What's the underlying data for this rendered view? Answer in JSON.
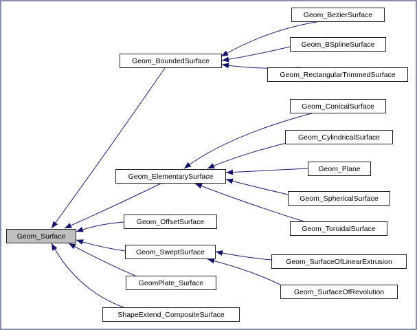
{
  "diagram": {
    "root": "Geom_Surface",
    "nodes": [
      {
        "id": "surface",
        "label": "Geom_Surface"
      },
      {
        "id": "bounded",
        "label": "Geom_BoundedSurface"
      },
      {
        "id": "bezier",
        "label": "Geom_BezierSurface"
      },
      {
        "id": "bspline",
        "label": "Geom_BSplineSurface"
      },
      {
        "id": "rtrimmed",
        "label": "Geom_RectangularTrimmedSurface"
      },
      {
        "id": "elementary",
        "label": "Geom_ElementarySurface"
      },
      {
        "id": "conical",
        "label": "Geom_ConicalSurface"
      },
      {
        "id": "cylindrical",
        "label": "Geom_CylindricalSurface"
      },
      {
        "id": "plane",
        "label": "Geom_Plane"
      },
      {
        "id": "spherical",
        "label": "Geom_SphericalSurface"
      },
      {
        "id": "toroidal",
        "label": "Geom_ToroidalSurface"
      },
      {
        "id": "offset",
        "label": "Geom_OffsetSurface"
      },
      {
        "id": "swept",
        "label": "Geom_SweptSurface"
      },
      {
        "id": "linext",
        "label": "Geom_SurfaceOfLinearExtrusion"
      },
      {
        "id": "revolution",
        "label": "Geom_SurfaceOfRevolution"
      },
      {
        "id": "plate",
        "label": "GeomPlate_Surface"
      },
      {
        "id": "composite",
        "label": "ShapeExtend_CompositeSurface"
      }
    ],
    "edges": [
      {
        "from": "bounded",
        "to": "surface"
      },
      {
        "from": "elementary",
        "to": "surface"
      },
      {
        "from": "offset",
        "to": "surface"
      },
      {
        "from": "swept",
        "to": "surface"
      },
      {
        "from": "plate",
        "to": "surface"
      },
      {
        "from": "composite",
        "to": "surface"
      },
      {
        "from": "bezier",
        "to": "bounded"
      },
      {
        "from": "bspline",
        "to": "bounded"
      },
      {
        "from": "rtrimmed",
        "to": "bounded"
      },
      {
        "from": "conical",
        "to": "elementary"
      },
      {
        "from": "cylindrical",
        "to": "elementary"
      },
      {
        "from": "plane",
        "to": "elementary"
      },
      {
        "from": "spherical",
        "to": "elementary"
      },
      {
        "from": "toroidal",
        "to": "elementary"
      },
      {
        "from": "linext",
        "to": "swept"
      },
      {
        "from": "revolution",
        "to": "swept"
      }
    ]
  }
}
